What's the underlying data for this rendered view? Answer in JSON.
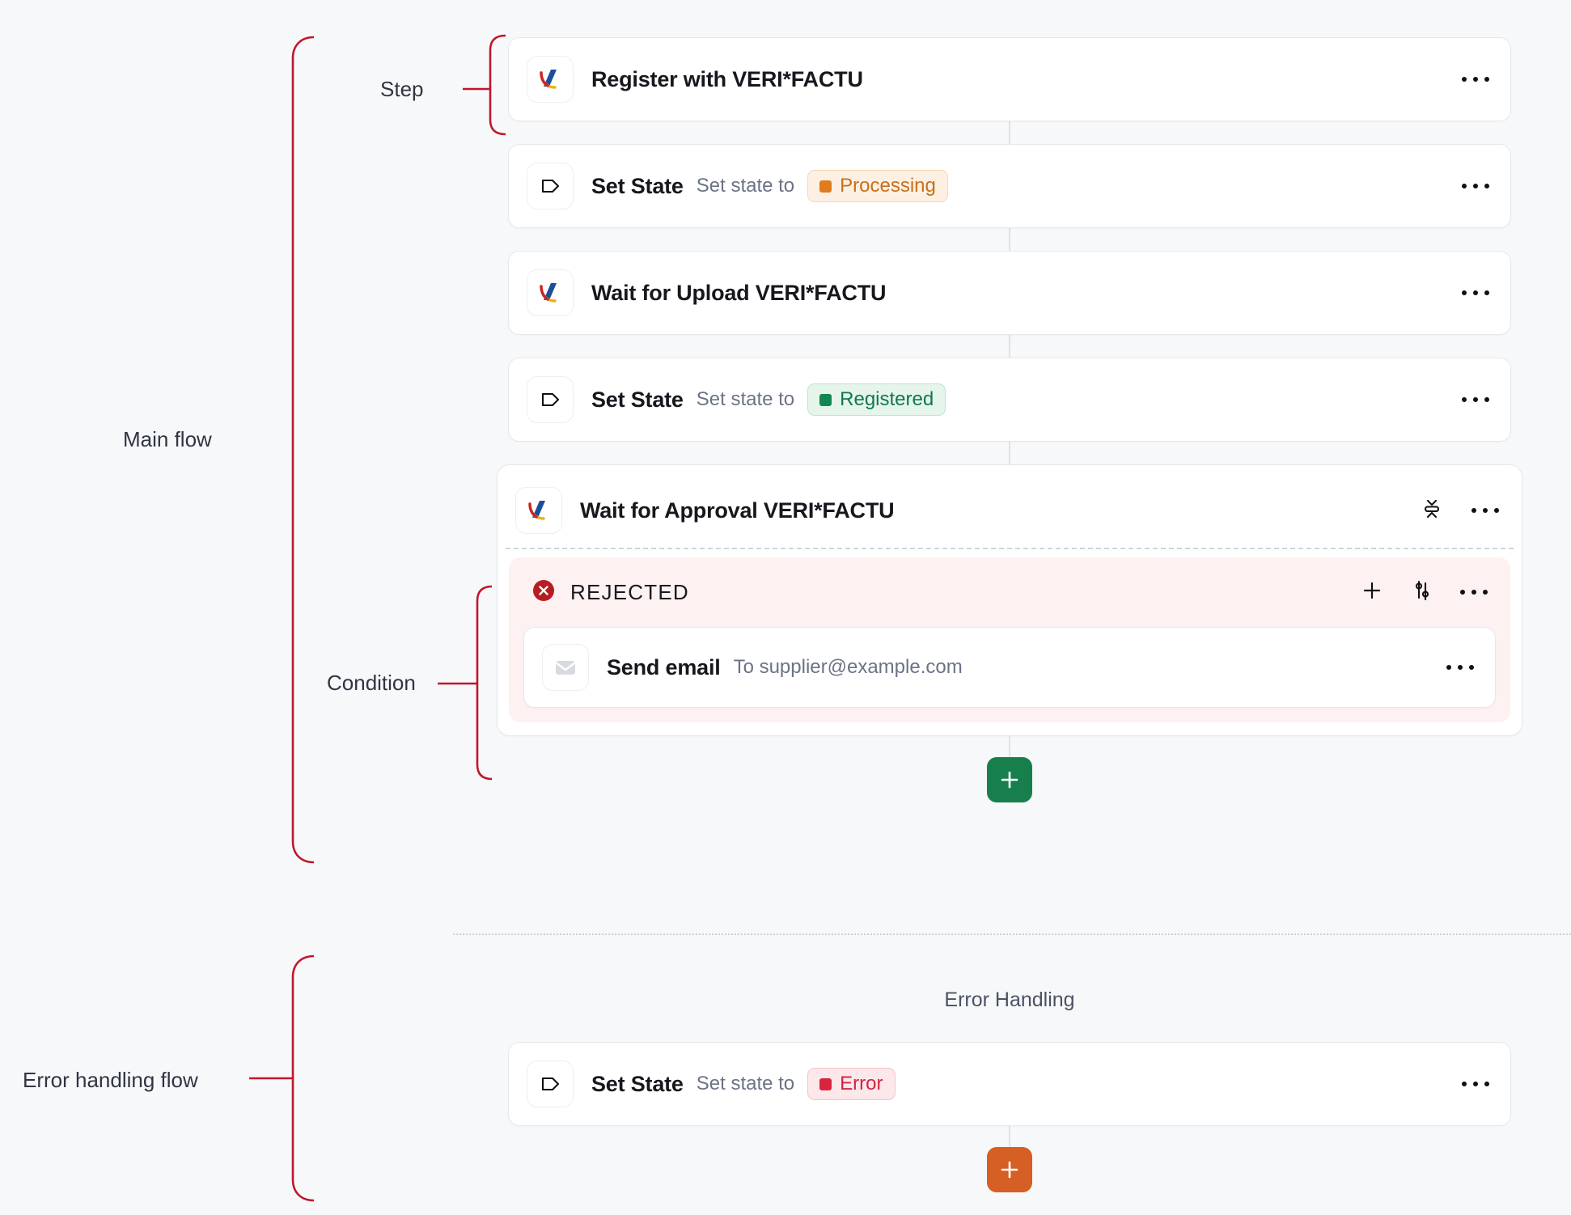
{
  "annotations": {
    "main_flow": "Main flow",
    "step": "Step",
    "condition": "Condition",
    "error_handling_flow": "Error handling flow",
    "bracket_color": "#C0172B"
  },
  "theme": {
    "background": "#F7F8FA",
    "card_background": "#FFFFFF",
    "card_border": "#E6E8EC",
    "connector": "#DFE2E8",
    "title_color": "#16181D",
    "subtitle_color": "#6B7385",
    "add_green": "#177F4C",
    "add_orange": "#D55F24",
    "condition_background": "#FDF1F2",
    "rejected_icon": "#B71C23"
  },
  "main_flow": {
    "steps": [
      {
        "icon": "verifactu-logo-icon",
        "title": "Register with VERI*FACTU",
        "subtitle": "",
        "badge": null,
        "menu": "more-options-icon"
      },
      {
        "icon": "tag-icon",
        "title": "Set State",
        "subtitle": "Set state to",
        "badge": {
          "label": "Processing",
          "variant": "processing",
          "color": "#DE7C1E"
        },
        "menu": "more-options-icon"
      },
      {
        "icon": "verifactu-logo-icon",
        "title": "Wait for Upload VERI*FACTU",
        "subtitle": "",
        "badge": null,
        "menu": "more-options-icon"
      },
      {
        "icon": "tag-icon",
        "title": "Set State",
        "subtitle": "Set state to",
        "badge": {
          "label": "Registered",
          "variant": "registered",
          "color": "#128751"
        },
        "menu": "more-options-icon"
      }
    ],
    "group_step": {
      "icon": "verifactu-logo-icon",
      "title": "Wait for Approval VERI*FACTU",
      "collapse_icon": "collapse-vertical-icon",
      "menu": "more-options-icon",
      "condition": {
        "status_icon": "circle-x-icon",
        "label": "REJECTED",
        "actions": [
          "plus-icon",
          "sliders-icon",
          "more-options-icon"
        ],
        "actions_list": [
          {
            "name": "add-action-button",
            "icon": "plus-icon"
          },
          {
            "name": "condition-settings-button",
            "icon": "sliders-icon"
          },
          {
            "name": "condition-menu-button",
            "icon": "more-options-icon"
          }
        ],
        "children": [
          {
            "icon": "envelope-icon",
            "title": "Send email",
            "subtitle": "To supplier@example.com",
            "menu": "more-options-icon"
          }
        ]
      }
    },
    "add_button": {
      "icon": "plus-icon",
      "color": "#177F4C",
      "name": "add-step-button"
    }
  },
  "error_handling": {
    "title": "Error Handling",
    "steps": [
      {
        "icon": "tag-icon",
        "title": "Set State",
        "subtitle": "Set state to",
        "badge": {
          "label": "Error",
          "variant": "error",
          "color": "#D7253F"
        },
        "menu": "more-options-icon"
      }
    ],
    "add_button": {
      "icon": "plus-icon",
      "color": "#D55F24",
      "name": "add-error-step-button"
    }
  }
}
